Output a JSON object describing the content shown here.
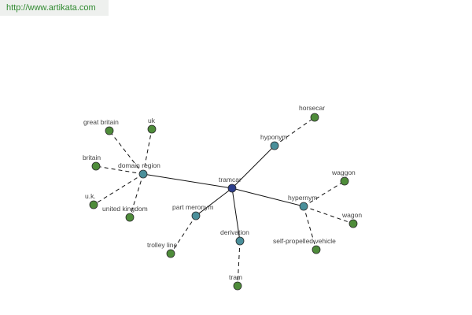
{
  "url": "http://www.artikata.com",
  "colors": {
    "center_node": "#2c3e8c",
    "relation_node": "#4a8f9a",
    "leaf_node": "#4e8c3a",
    "node_stroke": "#2a2a2a",
    "edge": "#111111",
    "label": "#444444"
  },
  "graph": {
    "nodes": [
      {
        "id": "tramcar",
        "label": "tramcar",
        "kind": "center"
      },
      {
        "id": "hyponym",
        "label": "hyponym",
        "kind": "relation"
      },
      {
        "id": "hypernym",
        "label": "hypernym",
        "kind": "relation"
      },
      {
        "id": "part-meronym",
        "label": "part meronym",
        "kind": "relation"
      },
      {
        "id": "derivation",
        "label": "derivation",
        "kind": "relation"
      },
      {
        "id": "domain-region",
        "label": "domain region",
        "kind": "relation"
      },
      {
        "id": "horsecar",
        "label": "horsecar",
        "kind": "leaf"
      },
      {
        "id": "waggon",
        "label": "waggon",
        "kind": "leaf"
      },
      {
        "id": "wagon",
        "label": "wagon",
        "kind": "leaf"
      },
      {
        "id": "self-propelled-vehicle",
        "label": "self-propelled vehicle",
        "kind": "leaf"
      },
      {
        "id": "trolley-line",
        "label": "trolley line",
        "kind": "leaf"
      },
      {
        "id": "tram",
        "label": "tram",
        "kind": "leaf"
      },
      {
        "id": "great-britain",
        "label": "great britain",
        "kind": "leaf"
      },
      {
        "id": "uk",
        "label": "uk",
        "kind": "leaf"
      },
      {
        "id": "britain",
        "label": "britain",
        "kind": "leaf"
      },
      {
        "id": "u-k",
        "label": "u.k.",
        "kind": "leaf"
      },
      {
        "id": "united-kingdom",
        "label": "united kingdom",
        "kind": "leaf"
      }
    ],
    "edges": [
      {
        "from": "tramcar",
        "to": "hyponym",
        "style": "solid"
      },
      {
        "from": "tramcar",
        "to": "hypernym",
        "style": "solid"
      },
      {
        "from": "tramcar",
        "to": "part-meronym",
        "style": "solid"
      },
      {
        "from": "tramcar",
        "to": "derivation",
        "style": "solid"
      },
      {
        "from": "tramcar",
        "to": "domain-region",
        "style": "solid"
      },
      {
        "from": "hyponym",
        "to": "horsecar",
        "style": "dashed"
      },
      {
        "from": "hypernym",
        "to": "waggon",
        "style": "dashed"
      },
      {
        "from": "hypernym",
        "to": "wagon",
        "style": "dashed"
      },
      {
        "from": "hypernym",
        "to": "self-propelled-vehicle",
        "style": "dashed"
      },
      {
        "from": "part-meronym",
        "to": "trolley-line",
        "style": "dashed"
      },
      {
        "from": "derivation",
        "to": "tram",
        "style": "dashed"
      },
      {
        "from": "domain-region",
        "to": "great-britain",
        "style": "dashed"
      },
      {
        "from": "domain-region",
        "to": "uk",
        "style": "dashed"
      },
      {
        "from": "domain-region",
        "to": "britain",
        "style": "dashed"
      },
      {
        "from": "domain-region",
        "to": "u-k",
        "style": "dashed"
      },
      {
        "from": "domain-region",
        "to": "united-kingdom",
        "style": "dashed"
      }
    ]
  }
}
